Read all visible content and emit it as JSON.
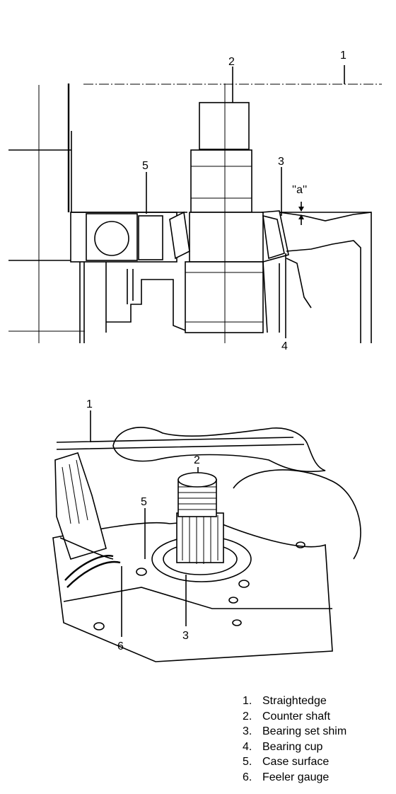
{
  "top_diagram": {
    "callouts": {
      "c1": "1",
      "c2": "2",
      "c3": "3",
      "c4": "4",
      "c5": "5",
      "ca": "''a''"
    }
  },
  "bottom_diagram": {
    "callouts": {
      "c1": "1",
      "c2": "2",
      "c3": "3",
      "c5": "5",
      "c6": "6"
    }
  },
  "legend": [
    {
      "num": "1.",
      "label": "Straightedge"
    },
    {
      "num": "2.",
      "label": "Counter shaft"
    },
    {
      "num": "3.",
      "label": "Bearing set shim"
    },
    {
      "num": "4.",
      "label": "Bearing cup"
    },
    {
      "num": "5.",
      "label": "Case surface"
    },
    {
      "num": "6.",
      "label": "Feeler gauge"
    }
  ]
}
